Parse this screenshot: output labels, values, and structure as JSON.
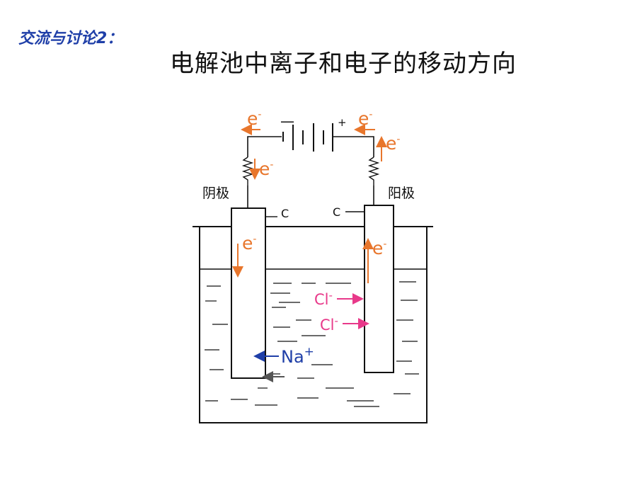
{
  "heading": "交流与讨论2：",
  "title": "电解池中离子和电子的移动方向",
  "diagram": {
    "electron": "e",
    "electron_sign": "-",
    "battery_neg": "—",
    "battery_pos": "+",
    "cathode_label": "阴极",
    "anode_label": "阳极",
    "electrode_material_left": "C",
    "electrode_material_right": "C",
    "anion_1": "Cl",
    "anion_2": "Cl",
    "anion_sign": "-",
    "cation": "Na",
    "cation_sign": "+",
    "colors": {
      "electron": "#e8762c",
      "anion": "#e8398a",
      "cation": "#1f3fa8",
      "line": "#111111",
      "heading": "#1f3fa8"
    }
  }
}
